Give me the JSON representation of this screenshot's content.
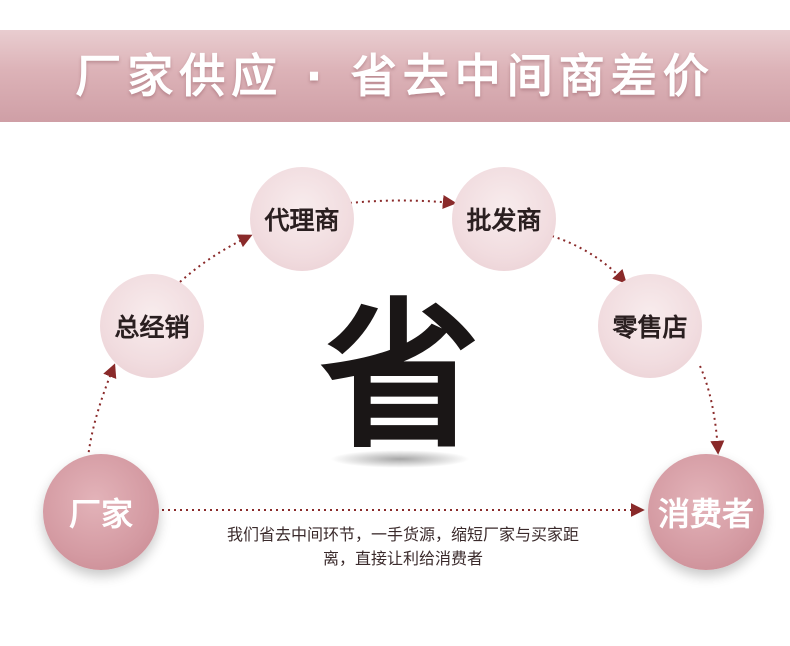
{
  "banner": {
    "title": "厂家供应 · 省去中间商差价"
  },
  "nodes": {
    "factory": "厂家",
    "general_distributor": "总经销",
    "agent": "代理商",
    "wholesaler": "批发商",
    "retailer": "零售店",
    "consumer": "消费者"
  },
  "center": {
    "character": "省"
  },
  "description": {
    "line1": "我们省去中间环节，一手货源，缩短厂家与买家距",
    "line2": "离，直接让利给消费者"
  },
  "colors": {
    "banner": "#dcb2b7",
    "node_light": "#f1dcdf",
    "node_dark": "#d49aa2",
    "arrow": "#8a2a2a"
  }
}
